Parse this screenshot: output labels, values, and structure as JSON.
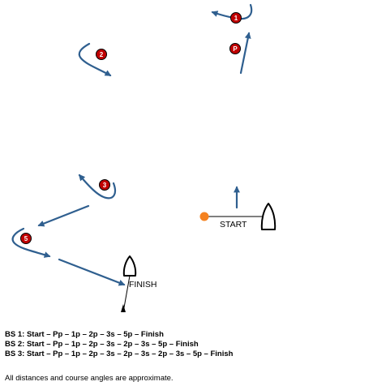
{
  "colors": {
    "course": "#2f5f8f",
    "mark_fill": "#c00000",
    "mark_outline": "#000000",
    "mark_text": "#ffffff",
    "start_pin": "#f58220",
    "boat_outline": "#000000"
  },
  "labels": {
    "start": "START",
    "finish": "FINISH"
  },
  "marks": [
    {
      "id": "1",
      "label": "1"
    },
    {
      "id": "2",
      "label": "2"
    },
    {
      "id": "3",
      "label": "3"
    },
    {
      "id": "5",
      "label": "5"
    },
    {
      "id": "P",
      "label": "P"
    }
  ],
  "courses": [
    {
      "name": "BS 1:",
      "sequence": "Start – Pp – 1p – 2p – 3s – 5p – Finish"
    },
    {
      "name": "BS 2:",
      "sequence": "Start – Pp – 1p – 2p – 3s – 2p – 3s – 5p – Finish"
    },
    {
      "name": "BS 3:",
      "sequence": "Start – Pp – 1p – 2p – 3s – 2p – 3s – 2p – 3s – 5p – Finish"
    }
  ],
  "footnote": "All distances and course angles are approximate."
}
